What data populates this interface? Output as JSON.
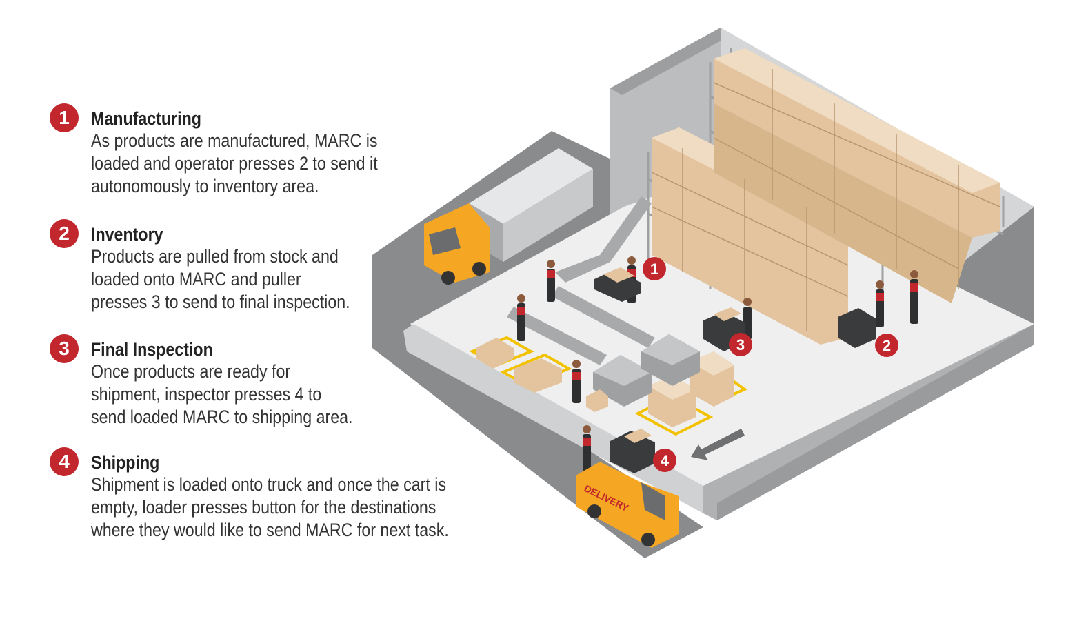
{
  "steps": [
    {
      "number": "1",
      "title": "Manufacturing",
      "lines": [
        "As products are manufactured, MARC is",
        "loaded and operator presses 2 to send it",
        "autonomously  to inventory area."
      ]
    },
    {
      "number": "2",
      "title": "Inventory",
      "lines": [
        "Products are pulled from stock and",
        "loaded onto MARC and puller",
        "presses 3 to send to final inspection."
      ]
    },
    {
      "number": "3",
      "title": "Final Inspection",
      "lines": [
        "Once products are ready for",
        "shipment, inspector presses 4 to",
        "send loaded MARC to shipping area."
      ]
    },
    {
      "number": "4",
      "title": "Shipping",
      "lines": [
        "Shipment is loaded onto truck and once the cart is",
        "empty, loader presses button for the destinations",
        "where they would like to send MARC for next task."
      ]
    }
  ],
  "scene_markers": [
    "1",
    "2",
    "3",
    "4"
  ],
  "van_label": "DELIVERY",
  "colors": {
    "accent_red": "#c1272d",
    "truck_yellow": "#f5a623",
    "wall_gray": "#8a8b8d",
    "floor": "#efefef",
    "box": "#e3c49e",
    "floor_marking": "#f2c200"
  }
}
